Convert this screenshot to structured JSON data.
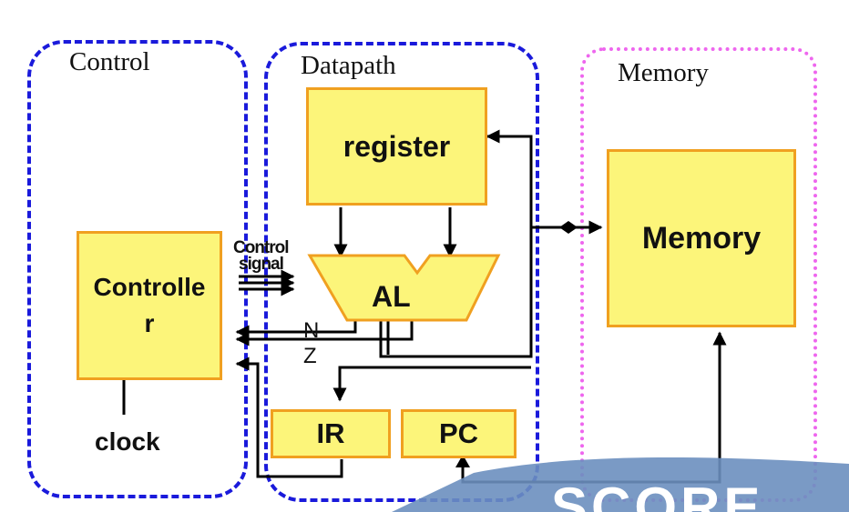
{
  "regions": {
    "control": "Control",
    "datapath": "Datapath",
    "memory": "Memory"
  },
  "blocks": {
    "register": "register",
    "alu": "AL",
    "controller_line1": "Controlle",
    "controller_line2": "r",
    "memory": "Memory",
    "ir": "IR",
    "pc": "PC"
  },
  "labels": {
    "control_signal_line1": "Control",
    "control_signal_line2": "signal",
    "flag_n": "N",
    "flag_z": "Z",
    "clock": "clock"
  },
  "watermark": {
    "text": "SCORE"
  },
  "colors": {
    "region_border": "#1a1adb",
    "memory_border": "#ee66ee",
    "block_fill": "#fcf57a",
    "block_border": "#f0a020",
    "wire": "#000000"
  }
}
